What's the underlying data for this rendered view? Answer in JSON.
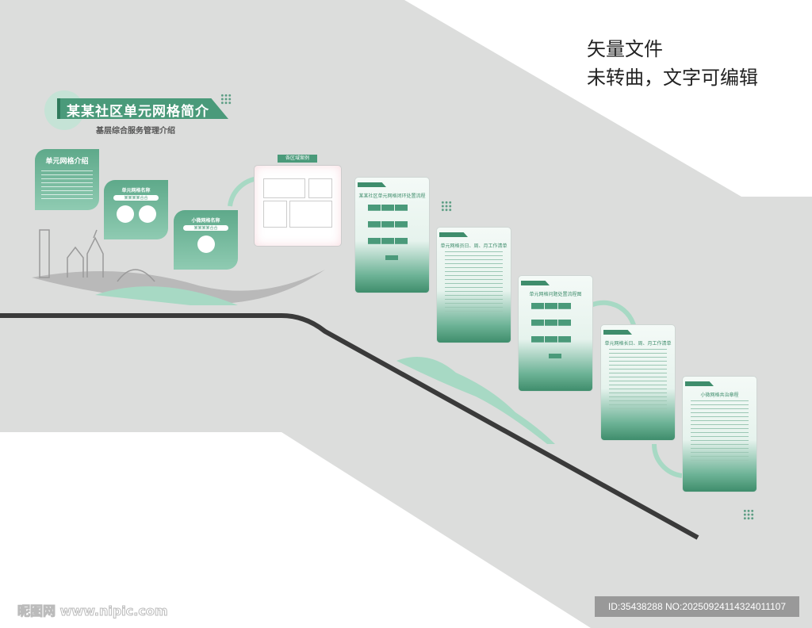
{
  "header": {
    "title": "某某社区单元网格简介",
    "subtitle": "基层综合服务管理介绍"
  },
  "notes": {
    "line1": "矢量文件",
    "line2": "未转曲，文字可编辑"
  },
  "cards": [
    {
      "title": "单元网格介绍"
    },
    {
      "title": "单元网格名称",
      "badge": "某某某某合合"
    },
    {
      "title": "小微网格名称",
      "badge": "某某某某合合"
    }
  ],
  "case_board": {
    "tag": "各区域案例"
  },
  "posters": [
    {
      "title": "某某社区单元网格闭环处置流程"
    },
    {
      "title": "单元网格员日、周、月工作清单"
    },
    {
      "title": "单元网格问题处置流程图"
    },
    {
      "title": "单元网格长日、周、月工作清单"
    },
    {
      "title": "小微网格共治章程"
    }
  ],
  "watermark": {
    "site": "昵图网 www.nipic.com",
    "id": "ID:35438288 NO:20250924114324011107"
  },
  "colors": {
    "accent": "#4a9a7a",
    "wall": "#dcdddc",
    "rail": "#3a3a3a"
  }
}
